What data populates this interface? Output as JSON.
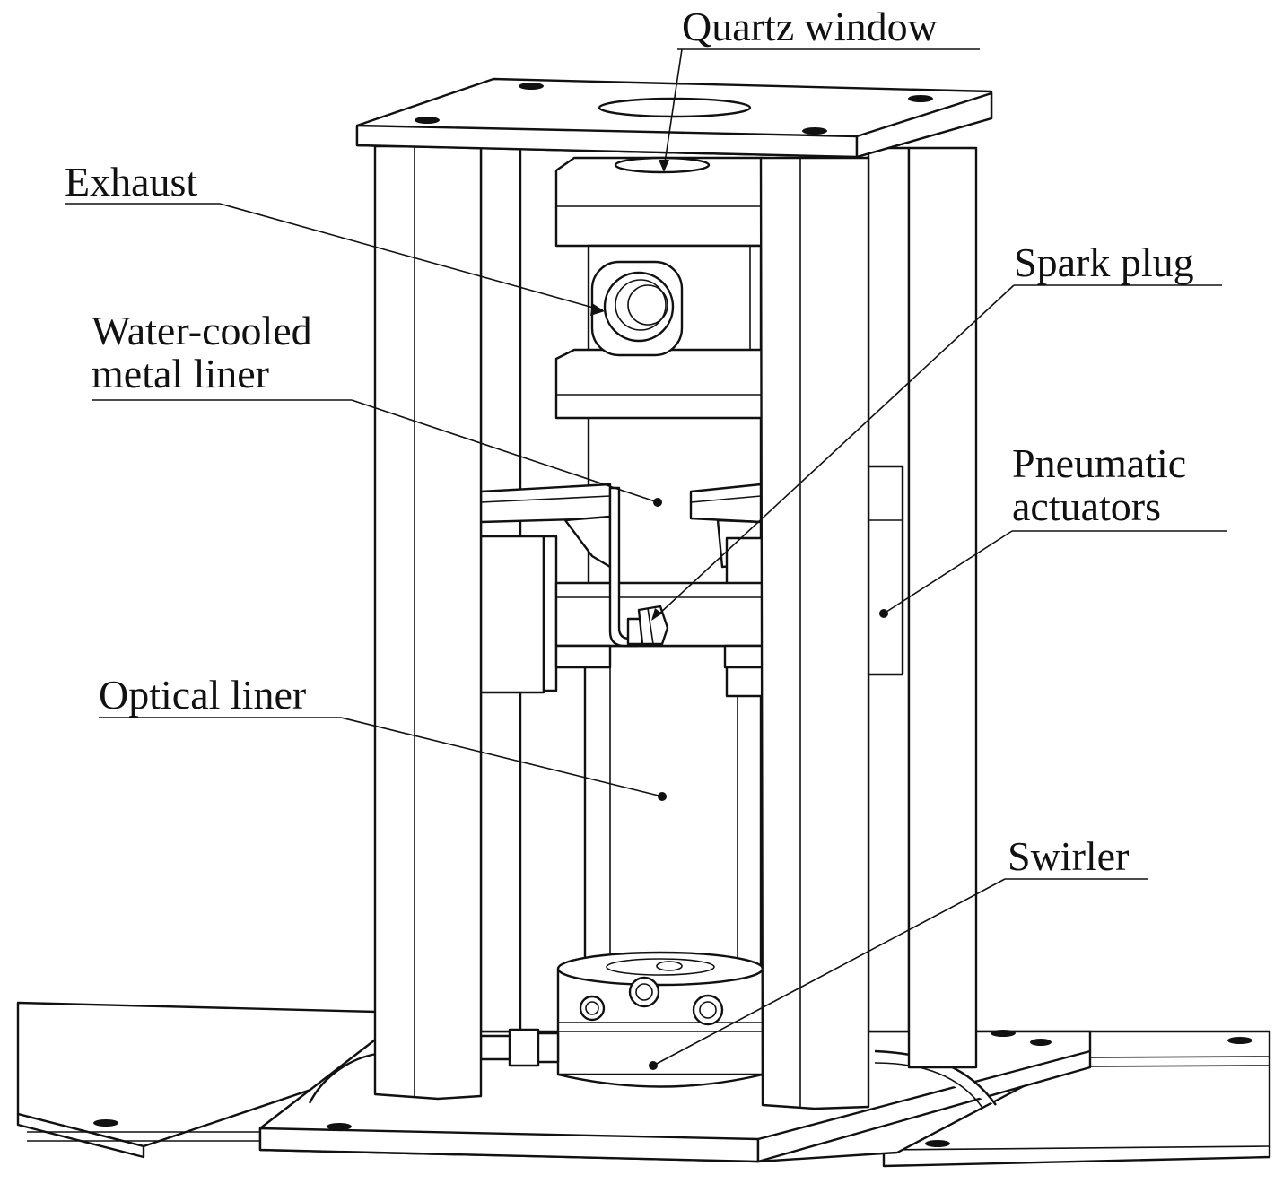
{
  "labels": {
    "quartz_window": "Quartz window",
    "exhaust": "Exhaust",
    "spark_plug": "Spark plug",
    "water_cooled_line1": "Water-cooled",
    "water_cooled_line2": "metal liner",
    "pneumatic_line1": "Pneumatic",
    "pneumatic_line2": "actuators",
    "optical_liner": "Optical liner",
    "swirler": "Swirler"
  },
  "colors": {
    "ink": "#111111",
    "background": "#ffffff"
  }
}
